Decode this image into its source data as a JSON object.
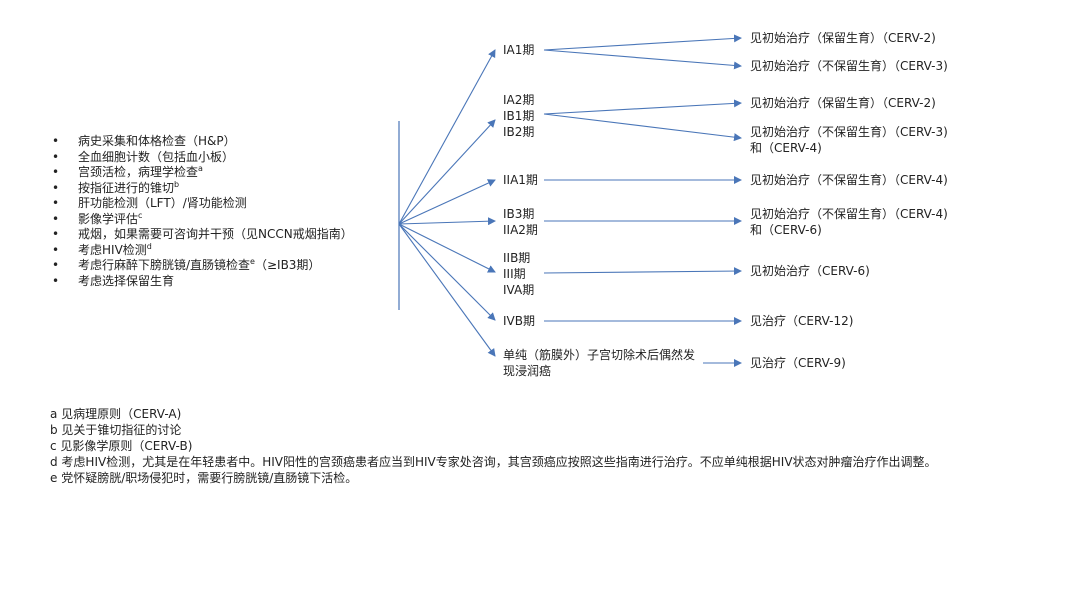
{
  "workup": {
    "items": [
      {
        "text": "病史采集和体格检查（H&P）",
        "sup": ""
      },
      {
        "text": "全血细胞计数（包括血小板）",
        "sup": ""
      },
      {
        "text": "宫颈活检，病理学检查",
        "sup": "a"
      },
      {
        "text": "按指征进行的锥切",
        "sup": "b"
      },
      {
        "text": "肝功能检测（LFT）/肾功能检测",
        "sup": ""
      },
      {
        "text": "影像学评估",
        "sup": "c"
      },
      {
        "text": "戒烟，如果需要可咨询并干预（见NCCN戒烟指南）",
        "sup": ""
      },
      {
        "text": "考虑HIV检测",
        "sup": "d"
      },
      {
        "text": "考虑行麻醉下膀胱镜/直肠镜检查",
        "sup": "e",
        "after": "（≥IB3期）"
      },
      {
        "text": "考虑选择保留生育",
        "sup": ""
      }
    ]
  },
  "stages": [
    {
      "label": "IA1期"
    },
    {
      "label": "IA2期\nIB1期\nIB2期"
    },
    {
      "label": "IIA1期"
    },
    {
      "label": "IB3期\nIIA2期"
    },
    {
      "label": "IIB期\nIII期\nIVA期"
    },
    {
      "label": "IVB期"
    },
    {
      "label": "单纯（筋膜外）子宫切除术后偶然发现浸润癌"
    }
  ],
  "outcomes": [
    {
      "label": "见初始治疗（保留生育）（CERV-2)"
    },
    {
      "label": "见初始治疗（不保留生育）（CERV-3)"
    },
    {
      "label": "见初始治疗（保留生育）（CERV-2)"
    },
    {
      "label": "见初始治疗（不保留生育）（CERV-3)\n和（CERV-4)"
    },
    {
      "label": "见初始治疗（不保留生育）（CERV-4)"
    },
    {
      "label": "见初始治疗（不保留生育）（CERV-4)\n和（CERV-6)"
    },
    {
      "label": "见初始治疗（CERV-6)"
    },
    {
      "label": "见治疗（CERV-12)"
    },
    {
      "label": "见治疗（CERV-9)"
    }
  ],
  "footnotes": [
    "a 见病理原则（CERV-A)",
    "b 见关于锥切指征的讨论",
    "c 见影像学原则（CERV-B)",
    "d 考虑HIV检测，尤其是在年轻患者中。HIV阳性的宫颈癌患者应当到HIV专家处咨询，其宫颈癌应按照这些指南进行治疗。不应单纯根据HIV状态对肿瘤治疗作出调整。",
    "e 党怀疑膀胱/职场侵犯时，需要行膀胱镜/直肠镜下活检。"
  ],
  "colors": {
    "arrow": "#4a76b8",
    "bracket": "#4a76b8",
    "text": "#222222"
  }
}
